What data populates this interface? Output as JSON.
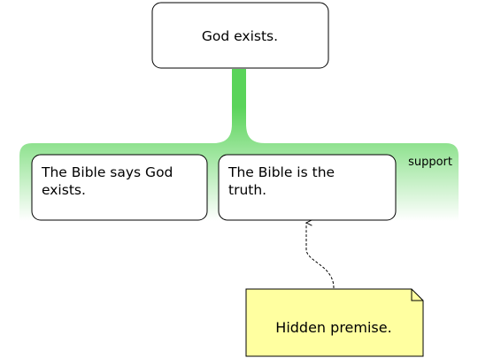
{
  "claim": {
    "text": "God exists."
  },
  "support_group": {
    "label": "support",
    "color": "#5ad45a"
  },
  "premises": [
    {
      "lines": [
        "The Bible says God",
        "exists."
      ]
    },
    {
      "lines": [
        "The Bible is the",
        "truth."
      ]
    }
  ],
  "hidden_premise": {
    "text": "Hidden premise.",
    "color": "#ffffa0"
  }
}
